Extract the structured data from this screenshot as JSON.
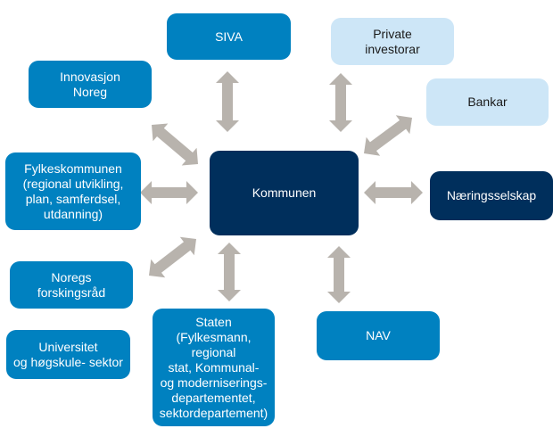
{
  "diagram": {
    "center": {
      "label": "Kommunen"
    },
    "nodes": [
      {
        "id": "siva",
        "label": "SIVA",
        "style": "mid"
      },
      {
        "id": "private-investorar",
        "label": "Private\ninvestorar",
        "style": "light"
      },
      {
        "id": "innovasjon-noreg",
        "label": "Innovasjon\nNoreg",
        "style": "mid"
      },
      {
        "id": "bankar",
        "label": "Bankar",
        "style": "light"
      },
      {
        "id": "fylkeskommunen",
        "label": "Fylkeskommunen\n(regional utvikling,\nplan, samferdsel,\nutdanning)",
        "style": "mid"
      },
      {
        "id": "naeringsselskap",
        "label": "Næringsselskap",
        "style": "dark"
      },
      {
        "id": "noregs-forskingsrad",
        "label": "Noregs\nforskingsråd",
        "style": "mid"
      },
      {
        "id": "nav",
        "label": "NAV",
        "style": "mid"
      },
      {
        "id": "universitet",
        "label": "Universitet\nog høgskule- sektor",
        "style": "mid"
      },
      {
        "id": "staten",
        "label": "Staten\n(Fylkesmann,\nregional\nstat, Kommunal-\nog moderniserings-\ndepartementet,\nsektordepartement)",
        "style": "mid"
      }
    ],
    "connections": [
      {
        "from": "kommunen",
        "to": "siva",
        "type": "bidirectional"
      },
      {
        "from": "kommunen",
        "to": "private-investorar",
        "type": "bidirectional"
      },
      {
        "from": "kommunen",
        "to": "innovasjon-noreg",
        "type": "bidirectional"
      },
      {
        "from": "kommunen",
        "to": "bankar",
        "type": "bidirectional"
      },
      {
        "from": "kommunen",
        "to": "fylkeskommunen",
        "type": "bidirectional"
      },
      {
        "from": "kommunen",
        "to": "naeringsselskap",
        "type": "bidirectional"
      },
      {
        "from": "kommunen",
        "to": "noregs-forskingsrad",
        "type": "bidirectional"
      },
      {
        "from": "kommunen",
        "to": "staten",
        "type": "bidirectional"
      },
      {
        "from": "kommunen",
        "to": "nav",
        "type": "bidirectional"
      }
    ],
    "colors": {
      "mid_blue": "#0081c0",
      "dark_navy": "#002f5c",
      "light_blue": "#cde6f7",
      "arrow_gray": "#b8b3ad"
    }
  }
}
